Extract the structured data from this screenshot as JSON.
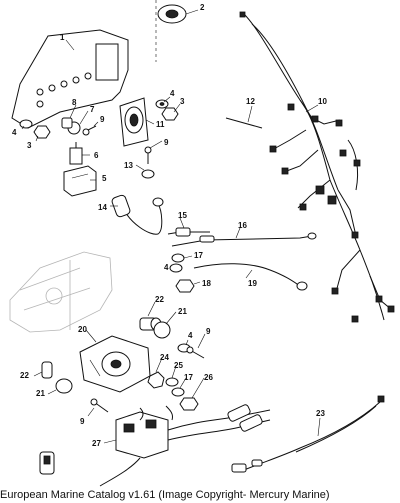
{
  "caption": "European Marine Catalog v1.61 (Image Copyright- Mercury Marine)",
  "callouts": {
    "c1": "1",
    "c2": "2",
    "c3a": "3",
    "c3b": "3",
    "c4a": "4",
    "c4b": "4",
    "c4c": "4",
    "c5": "5",
    "c6": "6",
    "c7": "7",
    "c8": "8",
    "c9a": "9",
    "c9b": "9",
    "c9c": "9",
    "c9d": "9",
    "c10": "10",
    "c11": "11",
    "c12": "12",
    "c13": "13",
    "c14": "14",
    "c15": "15",
    "c16": "16",
    "c17a": "17",
    "c17b": "17",
    "c18": "18",
    "c19": "19",
    "c20": "20",
    "c21a": "21",
    "c21b": "21",
    "c22a": "22",
    "c22b": "22",
    "c23": "23",
    "c24": "24",
    "c25": "25",
    "c26": "26",
    "c27": "27"
  }
}
